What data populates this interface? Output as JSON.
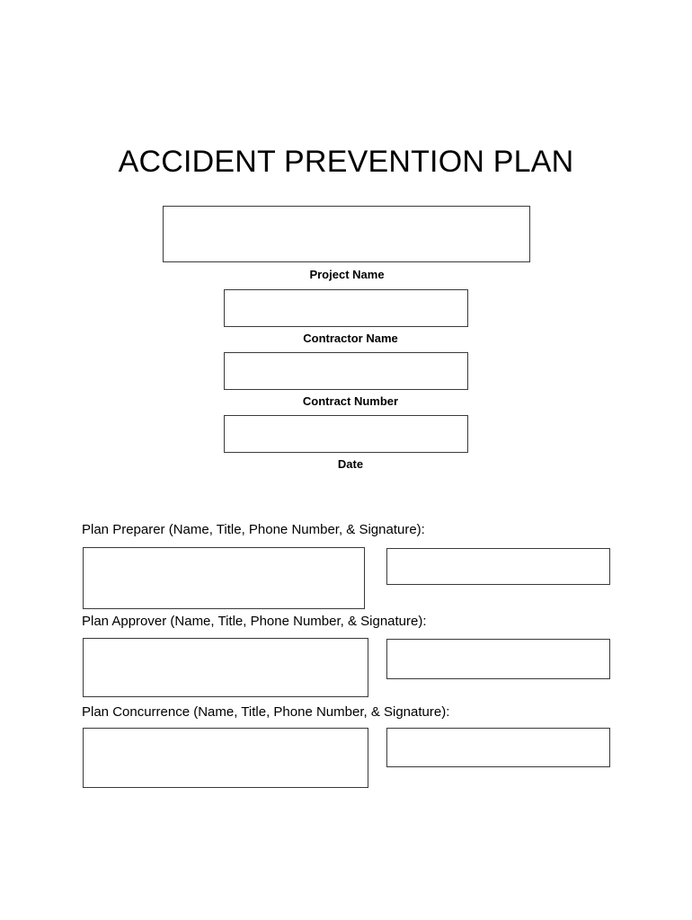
{
  "document": {
    "title": "ACCIDENT PREVENTION PLAN"
  },
  "header_fields": [
    {
      "caption": "Project Name",
      "value": ""
    },
    {
      "caption": "Contractor Name",
      "value": ""
    },
    {
      "caption": "Contract Number",
      "value": ""
    },
    {
      "caption": "Date",
      "value": ""
    }
  ],
  "signature_sections": [
    {
      "label": "Plan Preparer (Name, Title, Phone Number, & Signature):",
      "info_value": "",
      "signature_value": ""
    },
    {
      "label": "Plan Approver (Name, Title, Phone Number, & Signature):",
      "info_value": "",
      "signature_value": ""
    },
    {
      "label": "Plan Concurrence (Name, Title, Phone Number, & Signature):",
      "info_value": "",
      "signature_value": ""
    }
  ],
  "colors": {
    "page_background": "#ffffff",
    "text": "#000000",
    "box_border": "#3a3a3a"
  }
}
